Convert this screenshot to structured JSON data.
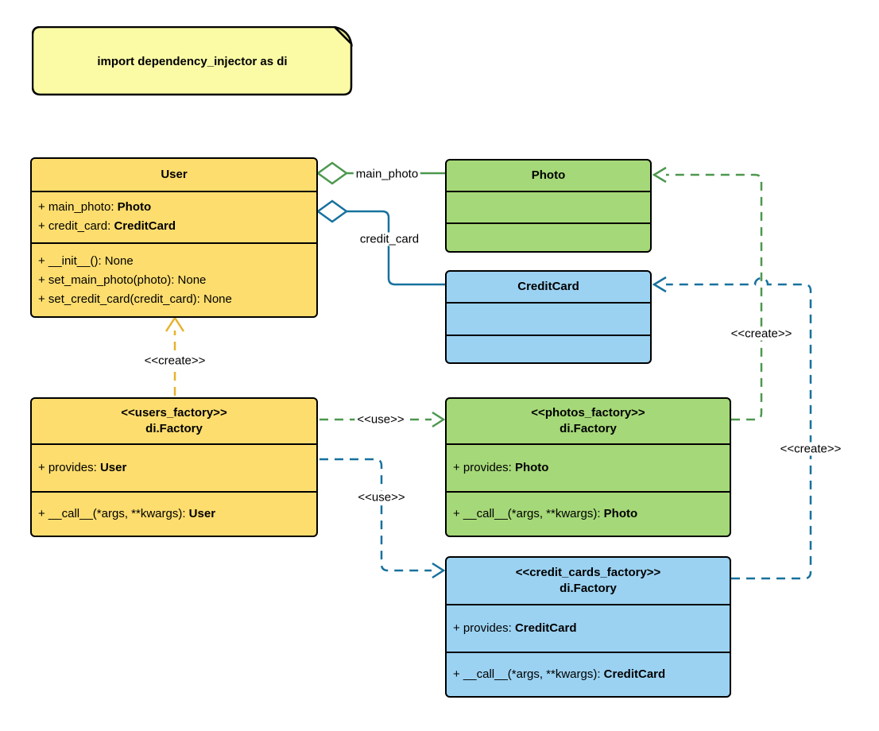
{
  "note": {
    "text": "import dependency_injector as di"
  },
  "classes": {
    "user": {
      "name": "User",
      "attributes": [
        {
          "text": "+ main_photo: ",
          "type": "Photo"
        },
        {
          "text": "+ credit_card: ",
          "type": "CreditCard"
        }
      ],
      "methods": [
        {
          "text": "+ __init__(): None",
          "type": ""
        },
        {
          "text": "+ set_main_photo(photo): None",
          "type": ""
        },
        {
          "text": "+ set_credit_card(credit_card): None",
          "type": ""
        }
      ]
    },
    "photo": {
      "name": "Photo"
    },
    "credit_card": {
      "name": "CreditCard"
    },
    "users_factory": {
      "stereotype": "<<users_factory>>",
      "name": "di.Factory",
      "attributes": [
        {
          "text": "+ provides: ",
          "type": "User"
        }
      ],
      "methods": [
        {
          "text": "+ __call__(*args, **kwargs): ",
          "type": "User"
        }
      ]
    },
    "photos_factory": {
      "stereotype": "<<photos_factory>>",
      "name": "di.Factory",
      "attributes": [
        {
          "text": "+ provides: ",
          "type": "Photo"
        }
      ],
      "methods": [
        {
          "text": "+ __call__(*args, **kwargs): ",
          "type": "Photo"
        }
      ]
    },
    "credit_cards_factory": {
      "stereotype": "<<credit_cards_factory>>",
      "name": "di.Factory",
      "attributes": [
        {
          "text": "+ provides: ",
          "type": "CreditCard"
        }
      ],
      "methods": [
        {
          "text": "+ __call__(*args, **kwargs): ",
          "type": "CreditCard"
        }
      ]
    }
  },
  "edges": {
    "main_photo_label": "main_photo",
    "credit_card_label": "credit_card",
    "create_user_label": "<<create>>",
    "use_photos_label": "<<use>>",
    "use_credit_cards_label": "<<use>>",
    "create_photo_label": "<<create>>",
    "create_credit_card_label": "<<create>>"
  },
  "colors": {
    "yellow_fill": "#FDDD6E",
    "green_fill": "#A5D878",
    "blue_fill": "#9BD2F2",
    "note_fill": "#FBFBA6",
    "note_fold_fill": "#E3E388",
    "green_line": "#4D984F",
    "blue_line": "#17719E",
    "orange_line": "#E8B12D"
  }
}
